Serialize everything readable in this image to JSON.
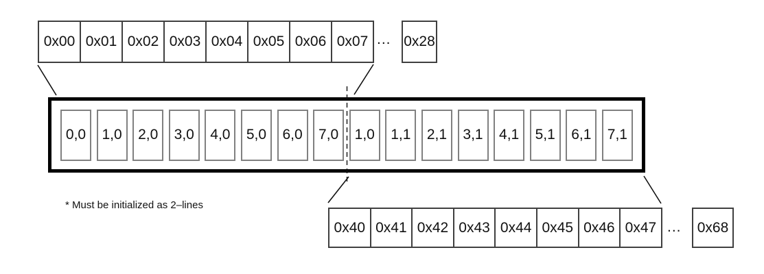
{
  "diagram": {
    "memory_row_top": {
      "cells": [
        "0x00",
        "0x01",
        "0x02",
        "0x03",
        "0x04",
        "0x05",
        "0x06",
        "0x07"
      ],
      "ellipsis": "...",
      "tail_cell": "0x28"
    },
    "buffer": {
      "cells": [
        "0,0",
        "1,0",
        "2,0",
        "3,0",
        "4,0",
        "5,0",
        "6,0",
        "7,0",
        "1,0",
        "1,1",
        "2,1",
        "3,1",
        "4,1",
        "5,1",
        "6,1",
        "7,1"
      ]
    },
    "memory_row_bottom": {
      "cells": [
        "0x40",
        "0x41",
        "0x42",
        "0x43",
        "0x44",
        "0x45",
        "0x46",
        "0x47"
      ],
      "ellipsis": "...",
      "tail_cell": "0x68"
    },
    "footnote": "* Must be initialized as 2–lines",
    "colors": {
      "background": "#ffffff",
      "text": "#111111",
      "row_border": "#3f3f3f",
      "inner_cell_border": "#808080",
      "thick_border": "#000000",
      "connector_line": "#111111"
    }
  }
}
